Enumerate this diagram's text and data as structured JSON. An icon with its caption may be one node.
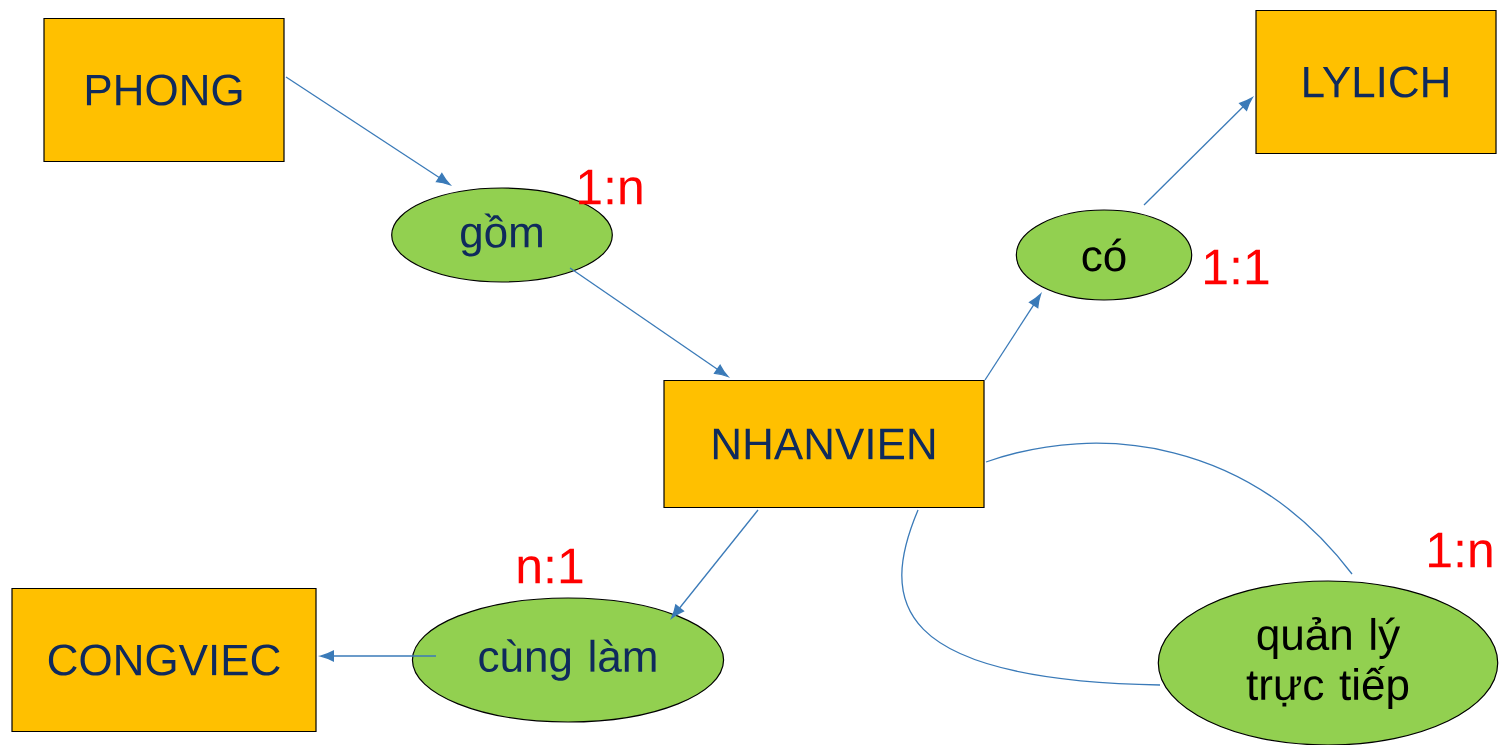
{
  "diagram": {
    "nodes": [
      {
        "text": [
          "PHONG"
        ]
      },
      {
        "text": [
          "gồm"
        ],
        "beside": [
          "1:n"
        ]
      },
      {
        "text": [
          "LYLICH"
        ]
      },
      {
        "text": [
          "có"
        ],
        "beside": [
          "1:1"
        ]
      },
      {
        "text": [
          "NHANVIEN"
        ]
      },
      {
        "text": [
          "CONGVIEC"
        ]
      },
      {
        "text": [
          "cùng làm"
        ],
        "beside": [
          "n:1"
        ]
      },
      {
        "text": [
          "quản lý trực tiếp"
        ],
        "beside": [
          "1:n"
        ]
      }
    ],
    "edges": [
      {
        "from": 0,
        "to": 1,
        "arrow": "to"
      },
      {
        "from": 1,
        "to": 4,
        "arrow": "to"
      },
      {
        "from": 4,
        "to": 3,
        "arrow": "to"
      },
      {
        "from": 3,
        "to": 2,
        "arrow": "to"
      },
      {
        "from": 4,
        "to": 6,
        "arrow": "to"
      },
      {
        "from": 6,
        "to": 5,
        "arrow": "to"
      },
      {
        "from": 4,
        "to": 7,
        "arrow": "none"
      },
      {
        "from": 4,
        "to": 7,
        "arrow": "none"
      }
    ]
  }
}
